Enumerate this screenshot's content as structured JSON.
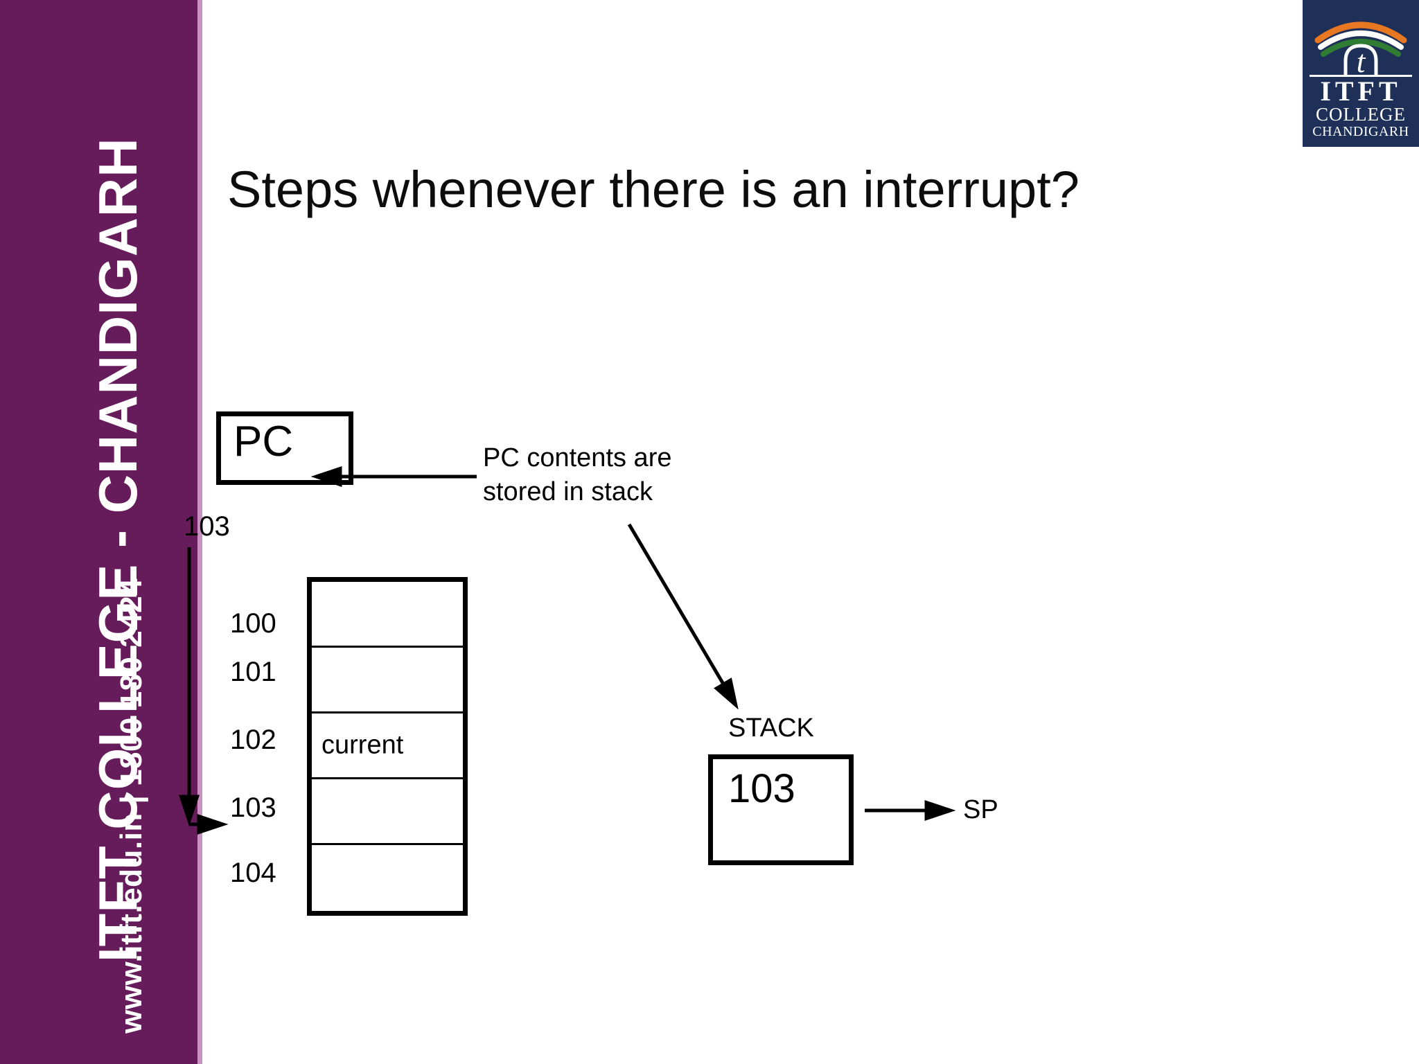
{
  "slide": {
    "title": "Steps whenever there is an interrupt?",
    "background_color": "#FFFFFF"
  },
  "sidebar": {
    "background_color": "#661C5B",
    "main_text": "ITFT COLLEGE - CHANDIGARH",
    "sub_text": "www.itft.edu.in  |  1800 180 2424"
  },
  "logo": {
    "background_color": "#1E3057",
    "name": "ITFT",
    "line2": "COLLEGE",
    "line3": "CHANDIGARH",
    "arc_colors": [
      "#E87722",
      "#FFFFFF",
      "#2E7D32"
    ]
  },
  "diagram": {
    "pc_register": {
      "label": "PC"
    },
    "annotation": {
      "line1": "PC contents are",
      "line2": "stored in stack"
    },
    "pointer_value": "103",
    "memory": {
      "addresses": [
        "100",
        "101",
        "102",
        "103",
        "104"
      ],
      "cells": [
        "",
        "",
        "current",
        "",
        ""
      ]
    },
    "stack": {
      "label": "STACK",
      "value": "103",
      "pointer_label": "SP"
    }
  }
}
